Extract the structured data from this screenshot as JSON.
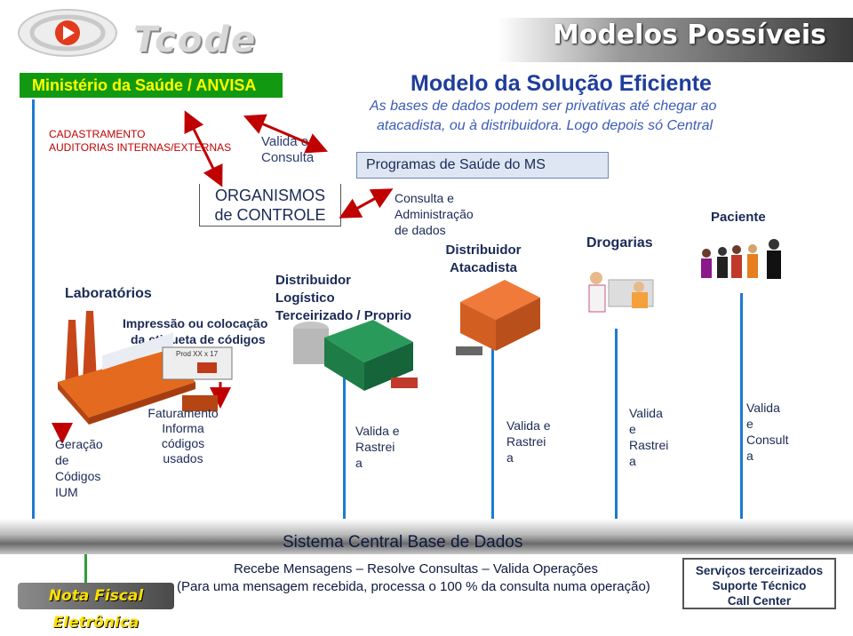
{
  "header": {
    "logo_text": "Tcode",
    "title": "Modelos Possíveis"
  },
  "ministry": {
    "label": "Ministério da Saúde / ANVISA",
    "cadastramento": "CADASTRAMENTO",
    "auditorias": "AUDITORIAS INTERNAS/EXTERNAS",
    "valida_l1": "Valida  e",
    "valida_l2": "Consulta"
  },
  "model": {
    "title": "Modelo da Solução Eficiente",
    "subtitle_l1": "As bases de dados podem ser privativas até chegar ao",
    "subtitle_l2": "atacadista, ou à distribuidora. Logo depois só Central",
    "programs": "Programas de Saúde do MS"
  },
  "org_controle": {
    "line1": "ORGANISMOS",
    "line2": "de CONTROLE"
  },
  "consulta_adm": [
    "Consulta e",
    "Administração",
    "de dados"
  ],
  "nodes": {
    "laboratorios": "Laboratórios",
    "impressao_l1": "Impressão ou colocação",
    "impressao_l2": "da etiqueta de códigos",
    "label_prod": "Prod XX x  17",
    "dist_logistico": [
      "Distribuidor",
      "Logístico",
      "Terceirizado / Proprio"
    ],
    "dist_atacadista": [
      "Distribuidor",
      "Atacadista"
    ],
    "drogarias": "Drogarias",
    "paciente": "Paciente"
  },
  "bottom_labels": {
    "geracao": [
      "Geração",
      "de",
      "Códigos",
      "IUM"
    ],
    "faturamento": [
      "Faturamento",
      "Informa",
      "códigos",
      "usados"
    ],
    "valida_rastreia_1": [
      "Valida e",
      "Rastrei",
      "a"
    ],
    "valida_rastreia_2": [
      "Valida e",
      "Rastrei",
      "a"
    ],
    "valida_rastreia_3": [
      "Valida",
      "e",
      "Rastrei",
      "a"
    ],
    "valida_consulta": [
      "Valida",
      "e",
      "Consult",
      "a"
    ]
  },
  "central": {
    "title": "Sistema Central  Base de Dados",
    "line1": "Recebe Mensagens – Resolve Consultas – Valida Operações",
    "line2": "(Para uma mensagem recebida, processa o 100 % da consulta numa operação)"
  },
  "services": [
    "Serviços terceirizados",
    "Suporte Técnico",
    "Call Center"
  ],
  "nfe": "Nota Fiscal Eletrônica",
  "colors": {
    "navy": "#1a2a55",
    "red": "#c00000",
    "green": "#119a11",
    "yellow": "#ffff00",
    "blue_line": "#1d7bd1"
  }
}
